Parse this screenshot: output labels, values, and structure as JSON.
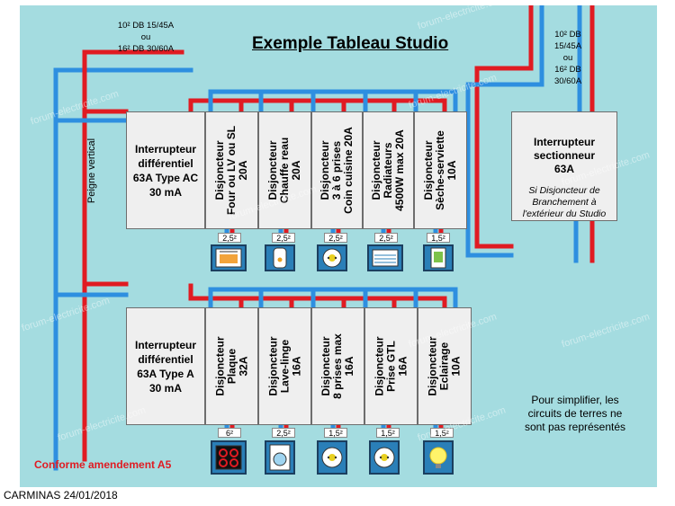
{
  "title": "Exemple Tableau Studio",
  "note_left": [
    "10² DB 15/45A",
    "ou",
    "16² DB 30/60A"
  ],
  "note_right": [
    "10² DB",
    "15/45A",
    "ou",
    "16² DB",
    "30/60A"
  ],
  "peigne_label": "Peigne vertical",
  "row1": {
    "differential": [
      "Interrupteur",
      "différentiel",
      "63A Type AC",
      "30 mA"
    ],
    "breakers": [
      {
        "lines": [
          "Disjoncteur",
          "Four ou LV ou SL",
          "20A"
        ],
        "wire": "2,5²",
        "icon": "oven-icon"
      },
      {
        "lines": [
          "Disjoncteur",
          "Chauffe reau",
          "20A"
        ],
        "wire": "2,5²",
        "icon": "water-heater-icon"
      },
      {
        "lines": [
          "Disjoncteur",
          "3 à 6 prises",
          "Coin cuisine 20A"
        ],
        "wire": "2,5²",
        "icon": "socket-icon"
      },
      {
        "lines": [
          "Disjoncteur",
          "Radiateurs",
          "4500W max 20A"
        ],
        "wire": "2,5²",
        "icon": "radiator-icon"
      },
      {
        "lines": [
          "Disjoncteur",
          "Sèche-serviette",
          "10A"
        ],
        "wire": "1,5²",
        "icon": "towel-dryer-icon"
      }
    ]
  },
  "row2": {
    "differential": [
      "Interrupteur",
      "différentiel",
      "63A Type A",
      "30 mA"
    ],
    "breakers": [
      {
        "lines": [
          "Disjoncteur",
          "Plaque",
          "32A"
        ],
        "wire": "6²",
        "icon": "cooktop-icon"
      },
      {
        "lines": [
          "Disjoncteur",
          "Lave-linge",
          "16A"
        ],
        "wire": "2,5²",
        "icon": "washing-machine-icon"
      },
      {
        "lines": [
          "Disjoncteur",
          "8 prises max",
          "16A"
        ],
        "wire": "1,5²",
        "icon": "socket-icon"
      },
      {
        "lines": [
          "Disjoncteur",
          "Prise GTL",
          "16A"
        ],
        "wire": "1,5²",
        "icon": "socket-icon"
      },
      {
        "lines": [
          "Disjoncteur",
          "Eclairage",
          "10A"
        ],
        "wire": "1,5²",
        "icon": "light-bulb-icon"
      }
    ]
  },
  "sectionneur": {
    "title": [
      "Interrupteur",
      "sectionneur",
      "63A"
    ],
    "subtitle": [
      "Si Disjoncteur de",
      "Branchement à",
      "l'extérieur du Studio"
    ]
  },
  "simplify_note": [
    "Pour simplifier, les",
    "circuits de terres ne",
    "sont pas représentés"
  ],
  "conforme": "Conforme amendement A5",
  "caption": "CARMINAS 24/01/2018",
  "watermark": "forum-electricite.com",
  "colors": {
    "board": "#a4dce0",
    "phase": "#e01b22",
    "neutral": "#2e8fe0",
    "icon": "#2a7fb8"
  }
}
